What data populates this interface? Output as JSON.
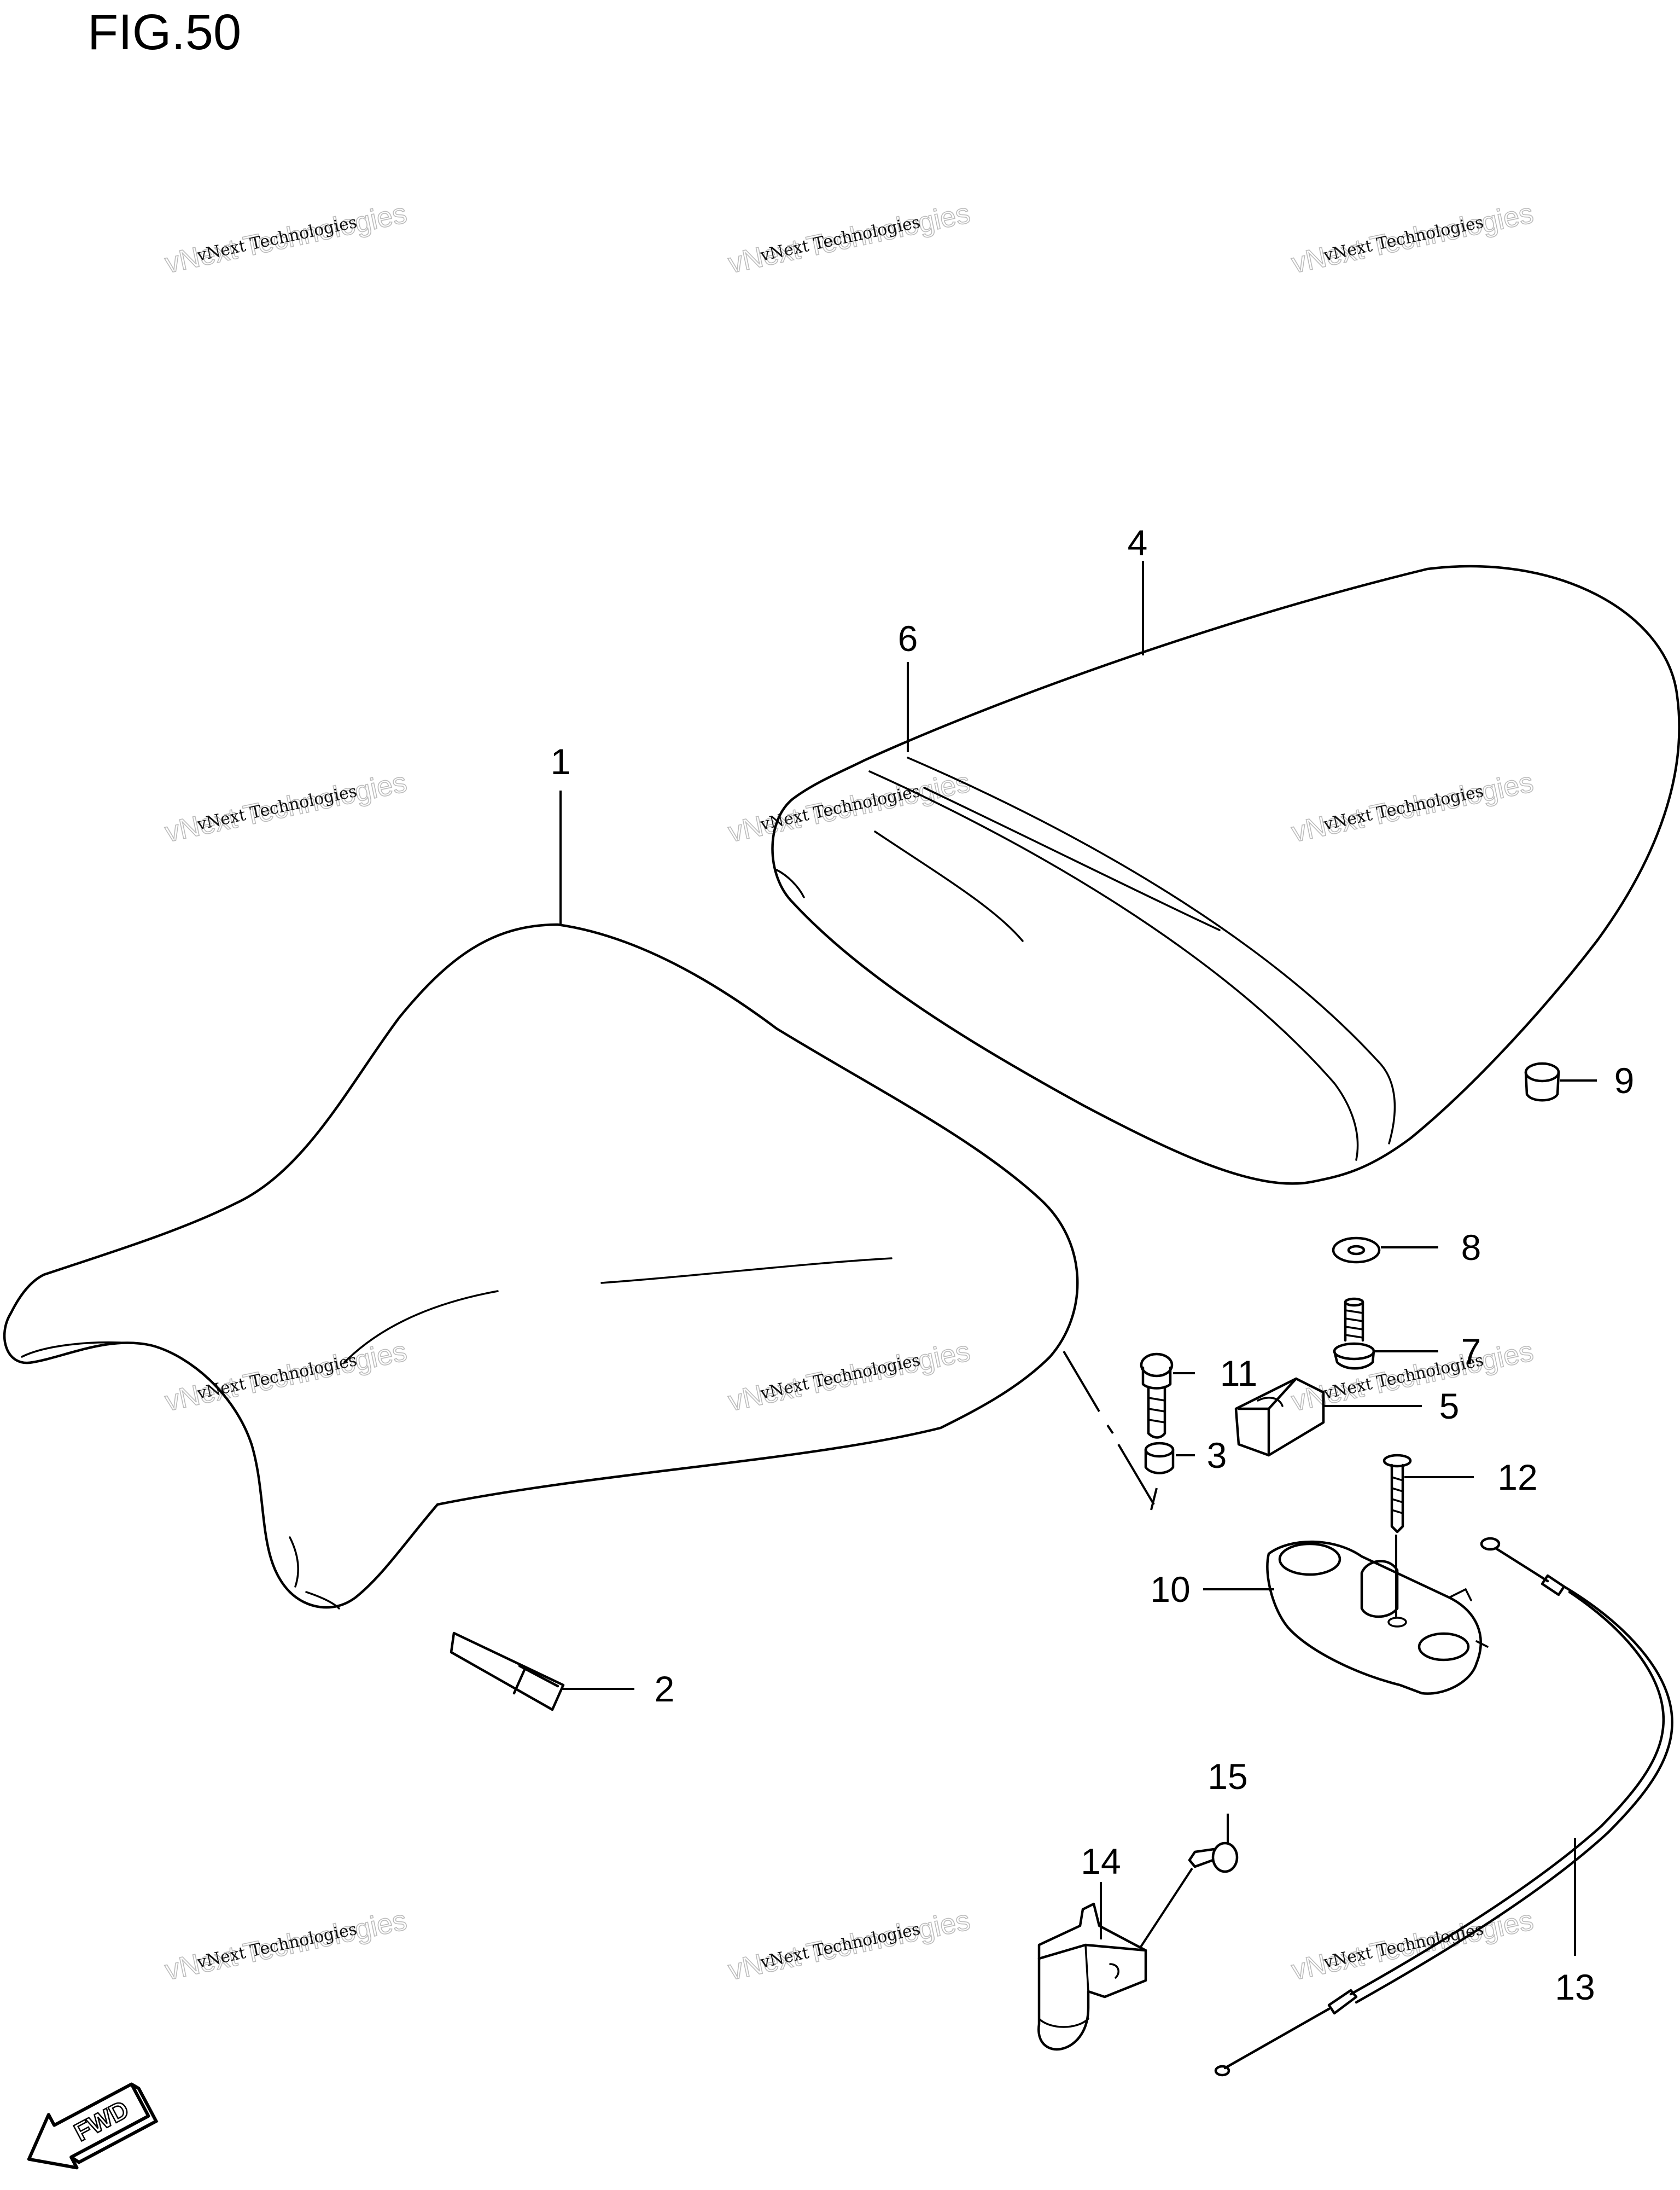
{
  "figure": {
    "title": "FIG.50",
    "fwd_label": "FWD"
  },
  "watermark": {
    "line1": "vNext Technologies",
    "line2": "vNext Technologies"
  },
  "callouts": [
    "1",
    "2",
    "3",
    "4",
    "5",
    "6",
    "7",
    "8",
    "9",
    "10",
    "11",
    "12",
    "13",
    "14",
    "15"
  ]
}
